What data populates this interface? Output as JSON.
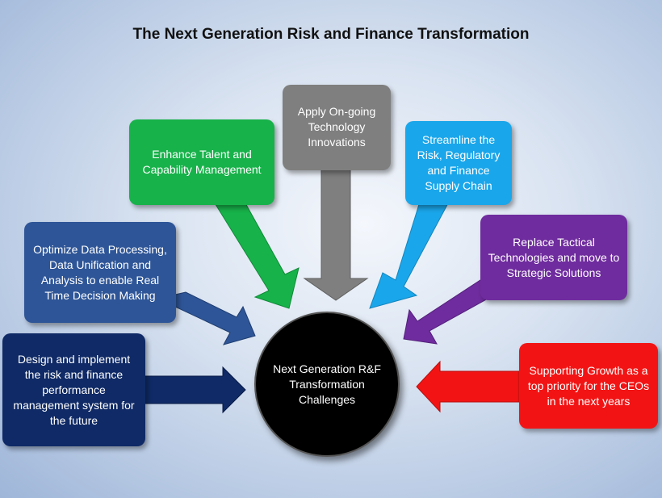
{
  "title": "The Next Generation Risk and Finance Transformation",
  "center": {
    "label": "Next Generation R&F Transformation Challenges",
    "color": "#000000"
  },
  "boxes": [
    {
      "id": "apply",
      "label": "Apply On-going Technology Innovations",
      "color": "#7f7f7f"
    },
    {
      "id": "talent",
      "label": "Enhance Talent and Capability Management",
      "color": "#17b24a"
    },
    {
      "id": "streamline",
      "label": "Streamline the Risk, Regulatory and Finance Supply Chain",
      "color": "#1aa6ea"
    },
    {
      "id": "replace",
      "label": "Replace Tactical Technologies and move to Strategic Solutions",
      "color": "#6f2c9e"
    },
    {
      "id": "optimize",
      "label": "Optimize Data Processing, Data Unification and Analysis to enable Real Time Decision Making",
      "color": "#2e5597"
    },
    {
      "id": "design",
      "label": "Design and implement the risk and finance performance management system for the future",
      "color": "#0f2a66"
    },
    {
      "id": "growth",
      "label": "Supporting Growth as a top priority for the CEOs in the next years",
      "color": "#f21414"
    }
  ]
}
